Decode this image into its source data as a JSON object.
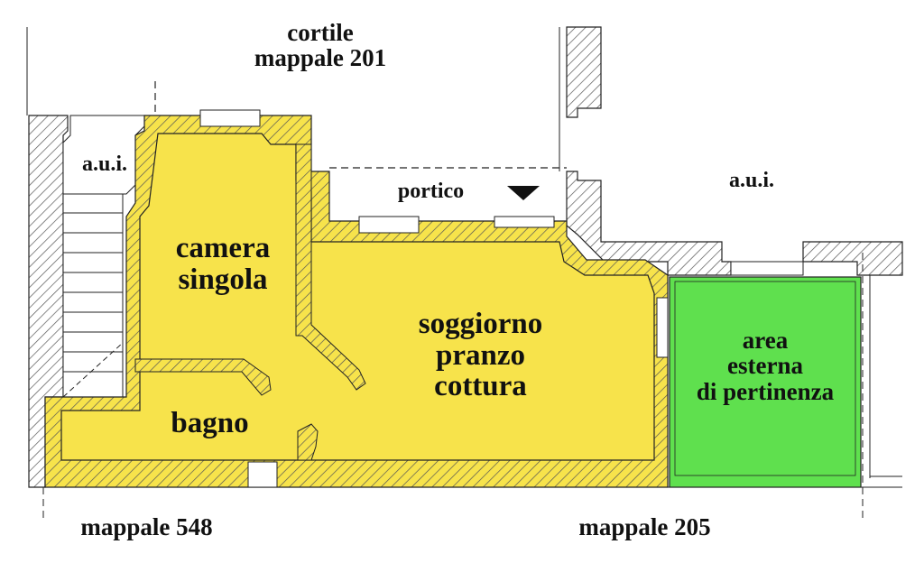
{
  "labels": {
    "cortile": [
      "cortile",
      "mappale 201"
    ],
    "aui_left": "a.u.i.",
    "aui_right": "a.u.i.",
    "portico": "portico",
    "camera": [
      "camera",
      "singola"
    ],
    "soggiorno": [
      "soggiorno",
      "pranzo",
      "cottura"
    ],
    "bagno": "bagno",
    "area_esterna": [
      "area",
      "esterna",
      "di pertinenza"
    ],
    "mappale_548": "mappale 548",
    "mappale_205": "mappale 205"
  },
  "colors": {
    "interior": "#f7e34b",
    "exterior_area": "#5fe04e",
    "wall_hatch": "#555555",
    "outline": "#222222"
  }
}
